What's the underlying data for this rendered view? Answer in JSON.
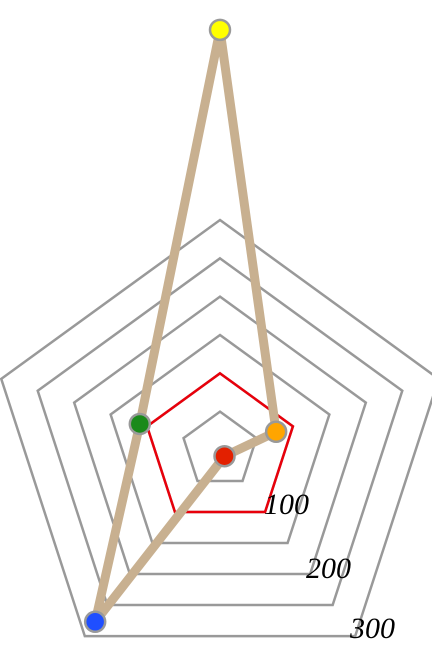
{
  "chart_data": {
    "type": "radar",
    "title": "",
    "axes_count": 5,
    "rlim": [
      0,
      300
    ],
    "grid_levels": [
      50,
      100,
      150,
      200,
      250,
      300
    ],
    "tick_labels": [
      "100",
      "200",
      "300"
    ],
    "reference": {
      "value": 100,
      "color": "#e8000b"
    },
    "series": [
      {
        "color": "#c8b090",
        "points": [
          {
            "axis": 0,
            "value": 548,
            "color": "#ffff00"
          },
          {
            "axis": 1,
            "value": 77,
            "color": "#ffa500"
          },
          {
            "axis": 2,
            "value": 10,
            "color": "#e32000"
          },
          {
            "axis": 3,
            "value": 277,
            "color": "#1f4fff"
          },
          {
            "axis": 4,
            "value": 110,
            "color": "#1a8a1a"
          }
        ]
      }
    ]
  },
  "colors": {
    "grid": "#999999",
    "marker_outline": "#999999"
  }
}
